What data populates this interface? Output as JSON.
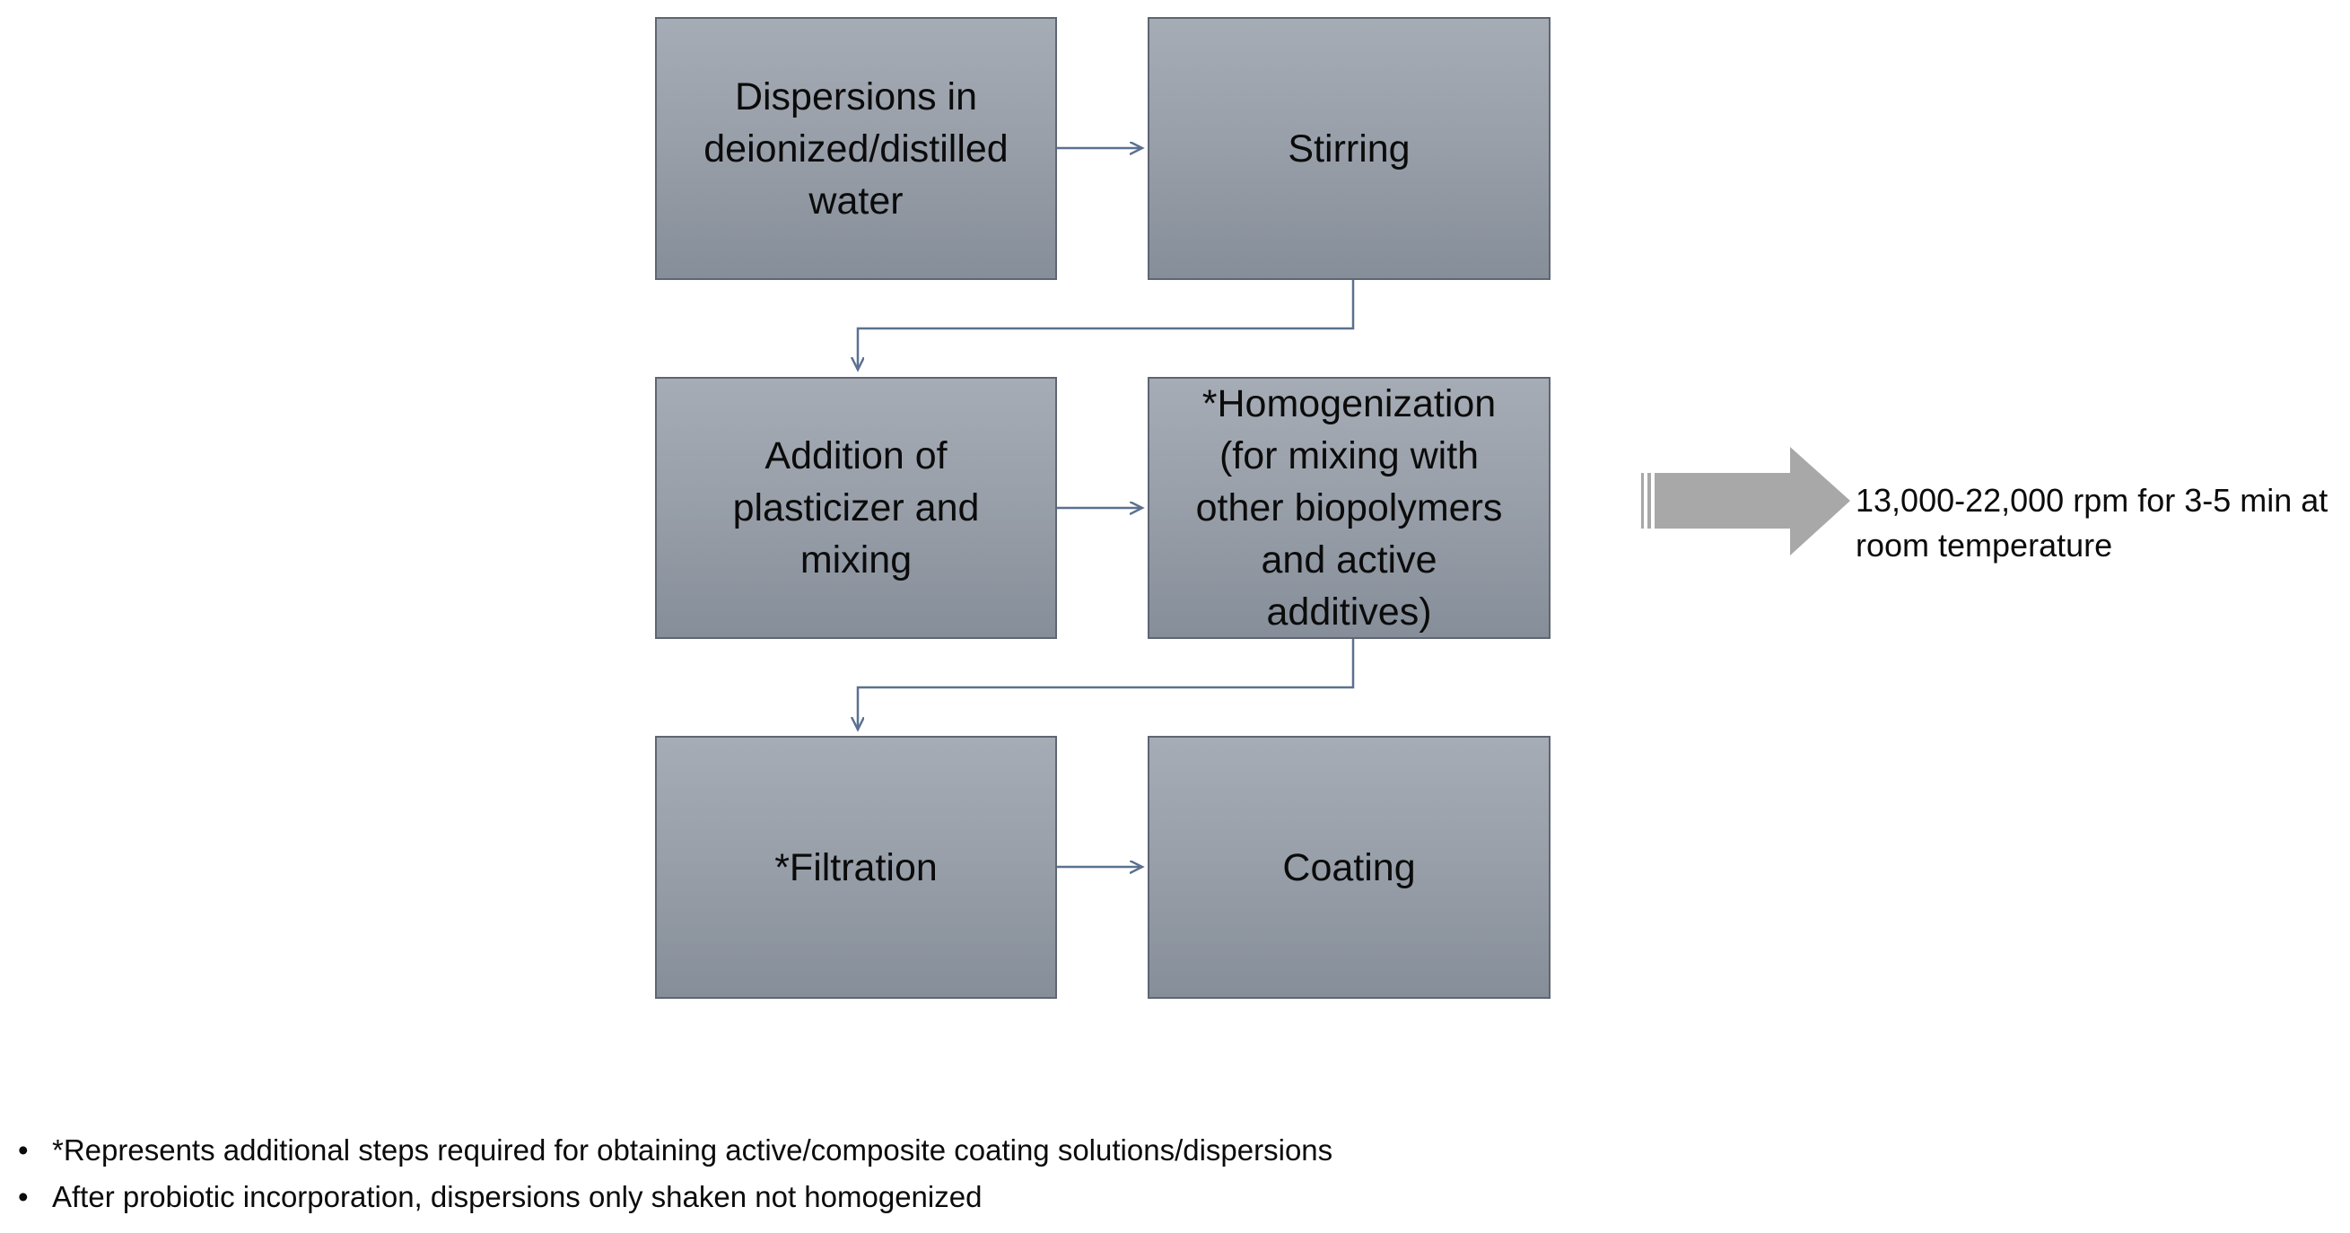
{
  "diagram": {
    "boxes": {
      "dispersions": "Dispersions in\ndeionized/distilled\nwater",
      "stirring": "Stirring",
      "addition": "Addition of\nplasticizer and\nmixing",
      "homogenization": "*Homogenization\n(for mixing with\nother biopolymers\nand active\nadditives)",
      "filtration": "*Filtration",
      "coating": "Coating"
    },
    "side_note": "13,000-22,000 rpm for 3-5 min at\nroom temperature",
    "footnotes": [
      "*Represents additional steps required for obtaining active/composite coating solutions/dispersions",
      "After probiotic incorporation, dispersions only shaken not homogenized"
    ],
    "colors": {
      "box_top": "#a6acb5",
      "box_bottom": "#868e99",
      "box_border": "#5e6672",
      "connector": "#5b7190",
      "big_arrow": "#a8a8a8"
    }
  }
}
